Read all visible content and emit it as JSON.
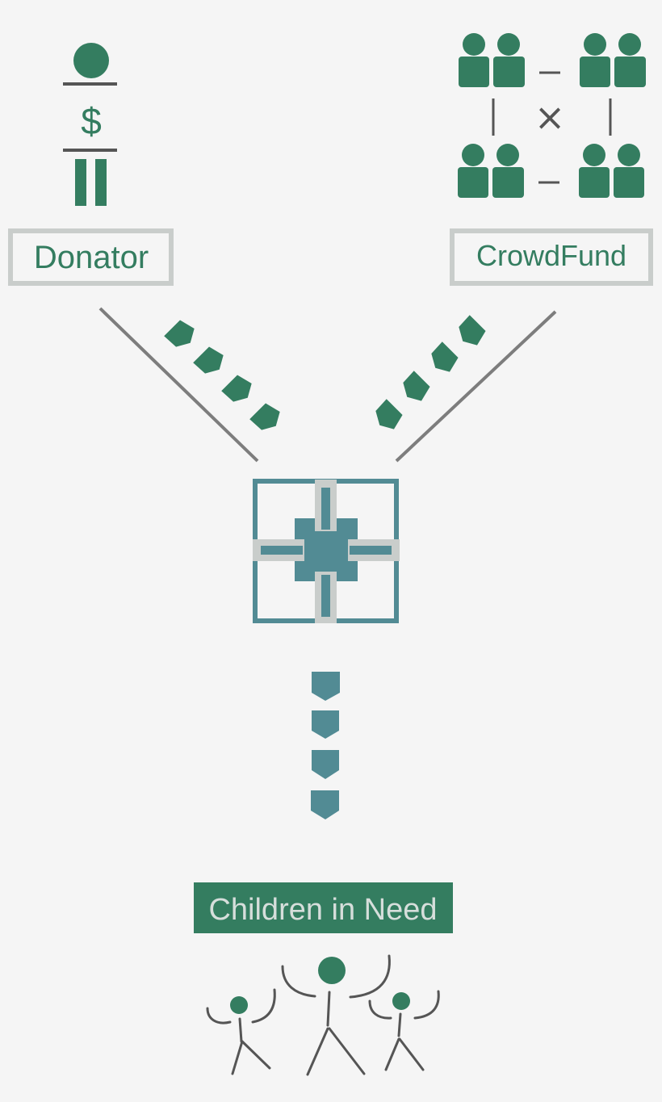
{
  "donor": {
    "label": "Donator",
    "symbol": "$"
  },
  "crowdfund": {
    "label": "CrowdFund",
    "multiply_symbol": "×"
  },
  "recipient": {
    "label": "Children in Need"
  },
  "colors": {
    "background": "#f5f5f5",
    "green": "#347d60",
    "teal": "#528b94",
    "light_gray": "#c9cdcb",
    "line_gray": "#7d7d7d",
    "dark_gray": "#555555",
    "box_text": "#d6dedb"
  }
}
